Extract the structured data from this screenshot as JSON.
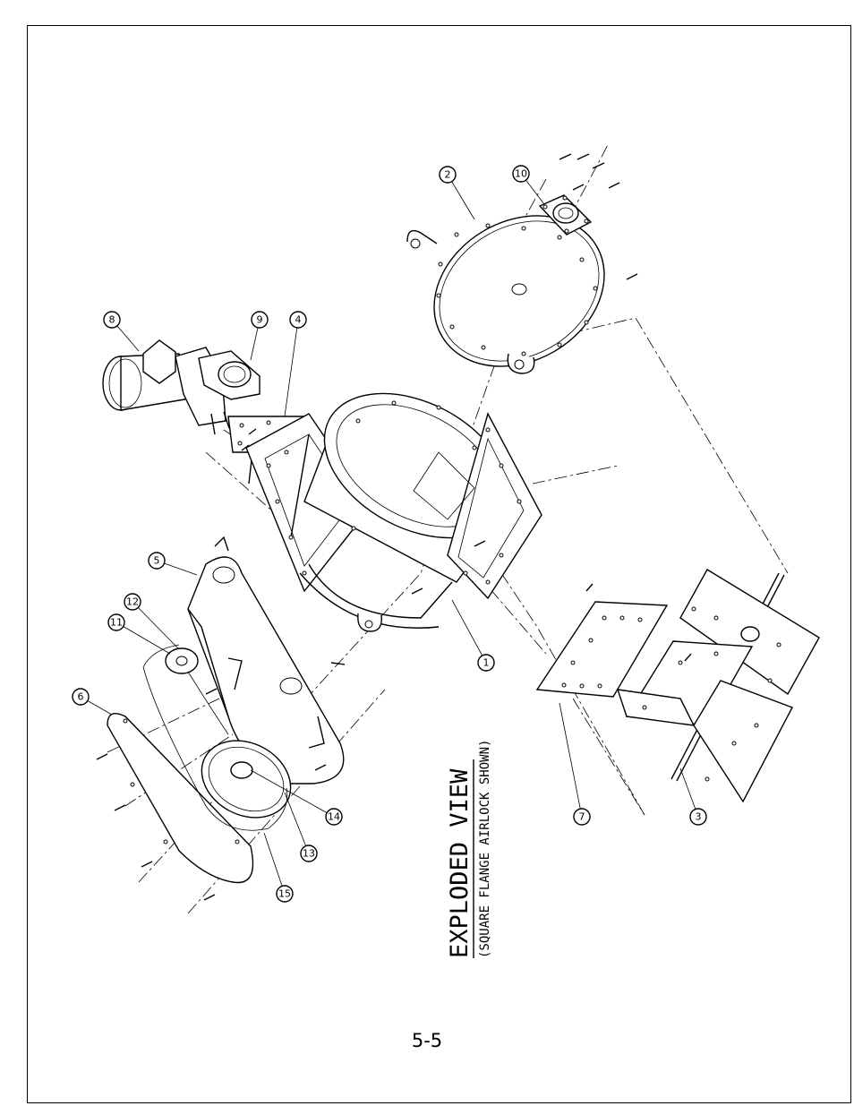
{
  "drawing": {
    "title": "EXPLODED VIEW",
    "subtitle": "(SQUARE FLANGE AIRLOCK SHOWN)"
  },
  "callouts": [
    "1",
    "2",
    "3",
    "4",
    "5",
    "6",
    "7",
    "8",
    "9",
    "10",
    "11",
    "12",
    "13",
    "14",
    "15"
  ],
  "page_number": "5-5"
}
